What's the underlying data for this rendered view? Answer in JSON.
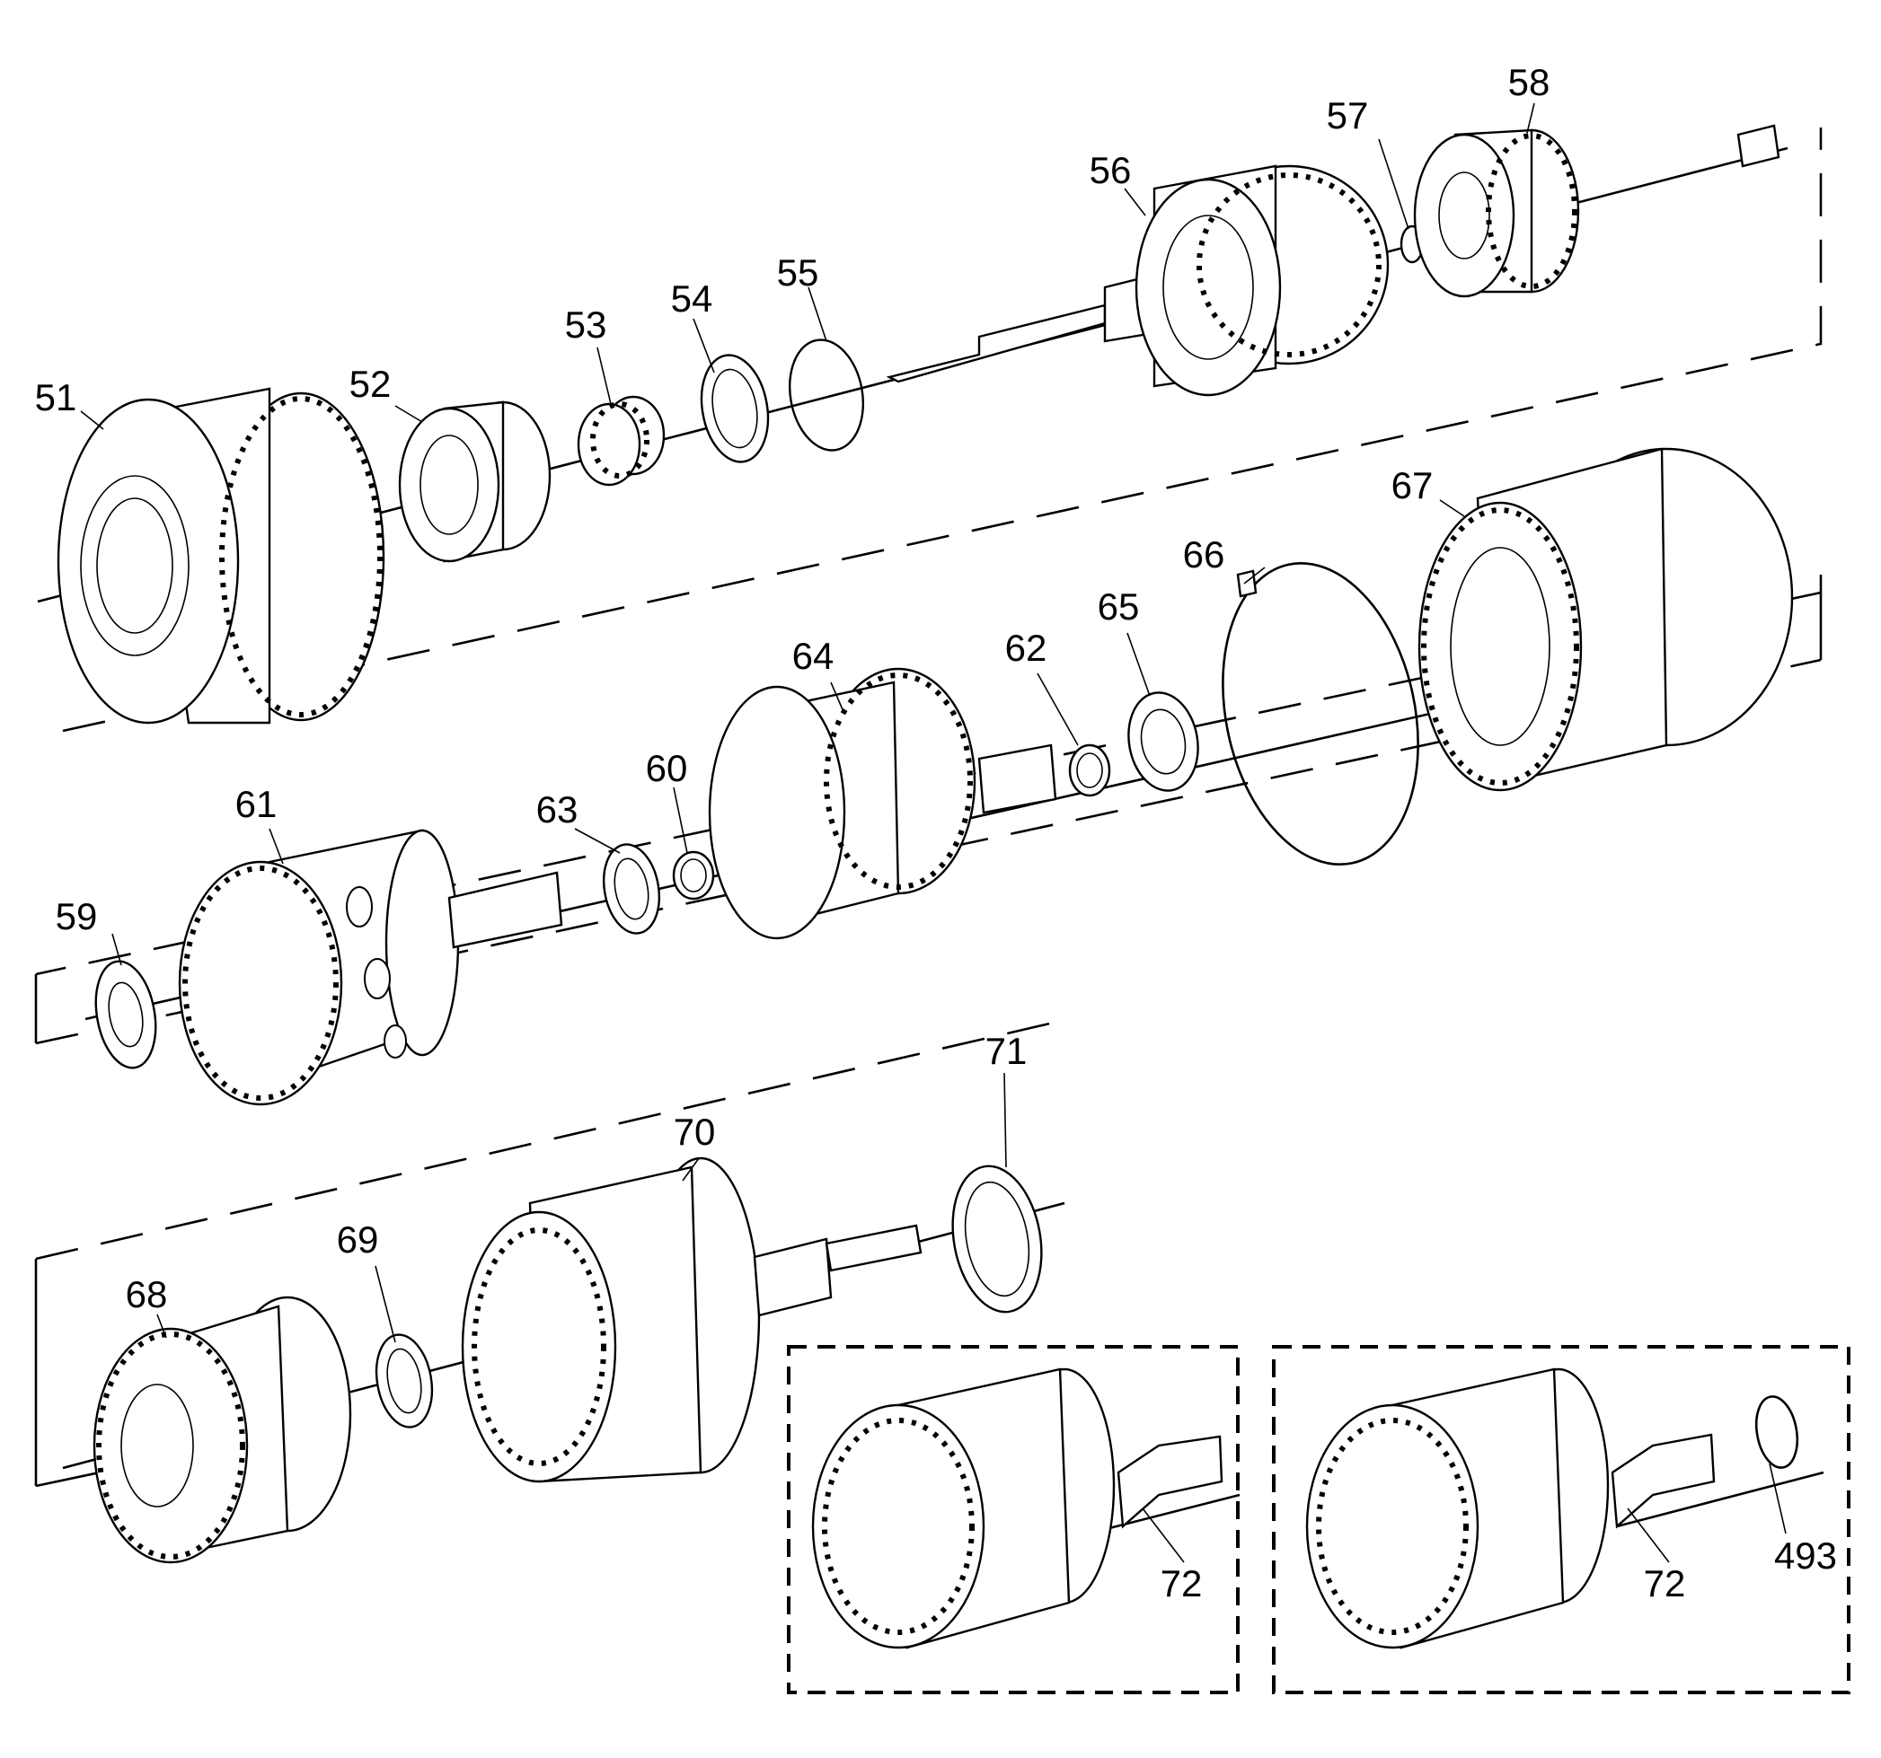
{
  "callouts": [
    "51",
    "52",
    "53",
    "54",
    "55",
    "56",
    "57",
    "58",
    "59",
    "60",
    "61",
    "62",
    "63",
    "64",
    "65",
    "66",
    "67",
    "68",
    "69",
    "70",
    "71",
    "72",
    "72",
    "493"
  ],
  "colors": {
    "line": "#000000",
    "background": "#ffffff"
  }
}
